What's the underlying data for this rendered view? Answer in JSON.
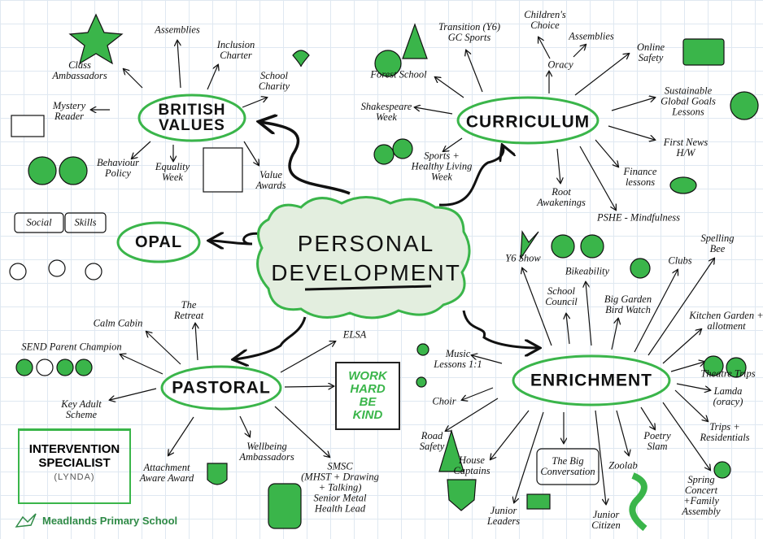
{
  "colors": {
    "accent": "#3ab54a",
    "cloud": "#e3eedf",
    "ink": "#111111"
  },
  "center": {
    "title": "PERSONAL\nDEVELOPMENT"
  },
  "british_values": {
    "title": "BRITISH\nVALUES",
    "items": [
      "Assemblies",
      "Inclusion\nCharter",
      "School\nCharity",
      "Class\nAmbassadors",
      "Mystery\nReader",
      "Behaviour\nPolicy",
      "Equality\nWeek",
      "Value\nAwards"
    ]
  },
  "curriculum": {
    "title": "CURRICULUM",
    "items": [
      "Forest School",
      "Transition (Y6)\nGC Sports",
      "Children's\nChoice",
      "Assemblies",
      "Oracy",
      "Online\nSafety",
      "Sustainable\nGlobal Goals\nLessons",
      "First News\nH/W",
      "Finance\nlessons",
      "Root\nAwakenings",
      "PSHE - Mindfulness",
      "Shakespeare\nWeek",
      "Sports +\nHealthy Living\nWeek"
    ]
  },
  "opal": {
    "title": "OPAL",
    "bubbles": [
      "Social",
      "Skills"
    ]
  },
  "pastoral": {
    "title": "PASTORAL",
    "items": [
      "Calm Cabin",
      "The\nRetreat",
      "SEND Parent Champion",
      "Key Adult\nScheme",
      "ELSA",
      "Attachment\nAware Award",
      "Wellbeing\nAmbassadors",
      "SMSC\n(MHST + Drawing\n+ Talking)\nSenior Metal\nHealth Lead"
    ]
  },
  "enrichment": {
    "title": "ENRICHMENT",
    "items": [
      "Y6 Show",
      "Bikeability",
      "School\nCouncil",
      "Big Garden\nBird Watch",
      "Clubs",
      "Spelling\nBee",
      "Kitchen Garden +\nallotment",
      "Theatre Trips",
      "Lamda\n(oracy)",
      "Trips +\nResidentials",
      "Spring\nConcert\n+Family\nAssembly",
      "Music\nLessons 1:1",
      "Choir",
      "Road\nSafety",
      "House\nCaptains",
      "Junior\nLeaders",
      "The Big\nConversation",
      "Junior\nCitizen",
      "Zoolab",
      "Poetry\nSlam"
    ]
  },
  "sign": {
    "text": "WORK\nHARD\nBE\nKIND"
  },
  "intervention": {
    "title": "INTERVENTION\nSPECIALIST",
    "name": "(LYNDA)"
  },
  "school": {
    "name": "Meadlands Primary School"
  }
}
